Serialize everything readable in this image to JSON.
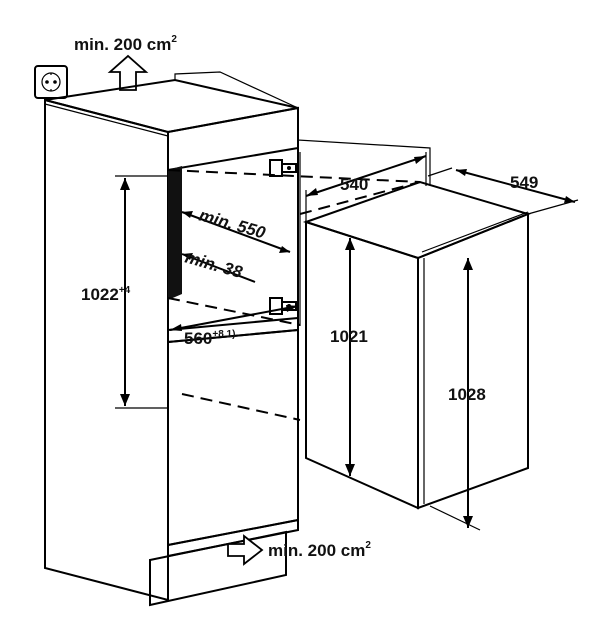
{
  "labels": {
    "vent_top": "min. 200 cm",
    "vent_top_sup": "2",
    "vent_bottom": "min. 200 cm",
    "vent_bottom_sup": "2",
    "niche_height": "1022",
    "niche_height_sup": "+4",
    "niche_depth": "min. 550",
    "gap": "min. 38",
    "niche_width": "560",
    "niche_width_sup": "+8 1)",
    "appliance_width": "540",
    "appliance_depth": "549",
    "appliance_body_height": "1021",
    "appliance_total_height": "1028"
  },
  "colors": {
    "line": "#000000",
    "cabinet_fill": "#ffffff",
    "dark_panel": "#111111"
  },
  "icons": [
    "power-socket-icon",
    "airflow-up-arrow-icon",
    "airflow-right-arrow-icon"
  ]
}
